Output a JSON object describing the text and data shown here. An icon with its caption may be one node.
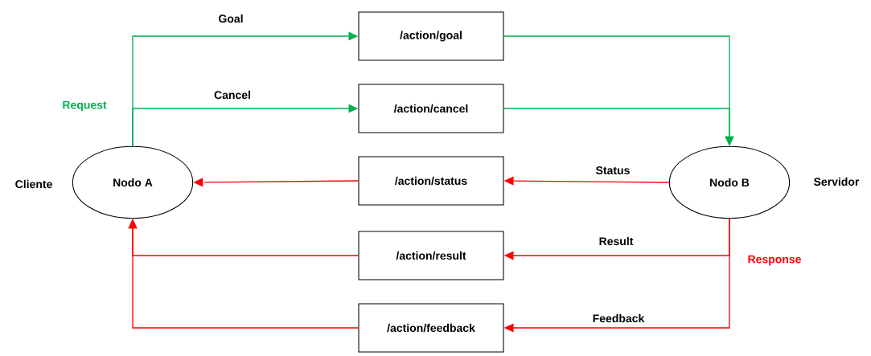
{
  "diagram": {
    "nodes": [
      {
        "text": [
          "Nodo A"
        ],
        "beside": [
          "Cliente"
        ]
      },
      {
        "text": [
          "Nodo B"
        ],
        "beside": [
          "Servidor"
        ]
      },
      {
        "text": [
          "/action/goal"
        ]
      },
      {
        "text": [
          "/action/cancel"
        ]
      },
      {
        "text": [
          "/action/status"
        ]
      },
      {
        "text": [
          "/action/result"
        ]
      },
      {
        "text": [
          "/action/feedback"
        ]
      }
    ],
    "edges": [
      {
        "from": 0,
        "to": 2,
        "arrow": "to",
        "label": "Goal",
        "color": "#00b050"
      },
      {
        "from": 0,
        "to": 3,
        "arrow": "to",
        "label": "Cancel",
        "color": "#00b050"
      },
      {
        "from": 2,
        "to": 1,
        "arrow": "to",
        "color": "#00b050"
      },
      {
        "from": 3,
        "to": 1,
        "arrow": "to",
        "color": "#00b050"
      },
      {
        "from": 1,
        "to": 4,
        "arrow": "to",
        "label": "Status",
        "color": "#ff0000"
      },
      {
        "from": 4,
        "to": 0,
        "arrow": "to",
        "color": "#ff0000"
      },
      {
        "from": 1,
        "to": 5,
        "arrow": "to",
        "label": "Result",
        "color": "#ff0000"
      },
      {
        "from": 5,
        "to": 0,
        "arrow": "to",
        "color": "#ff0000"
      },
      {
        "from": 1,
        "to": 6,
        "arrow": "to",
        "label": "Feedback",
        "color": "#ff0000"
      },
      {
        "from": 6,
        "to": 0,
        "arrow": "to",
        "color": "#ff0000"
      }
    ],
    "labels": [
      "Request",
      "Response"
    ]
  }
}
